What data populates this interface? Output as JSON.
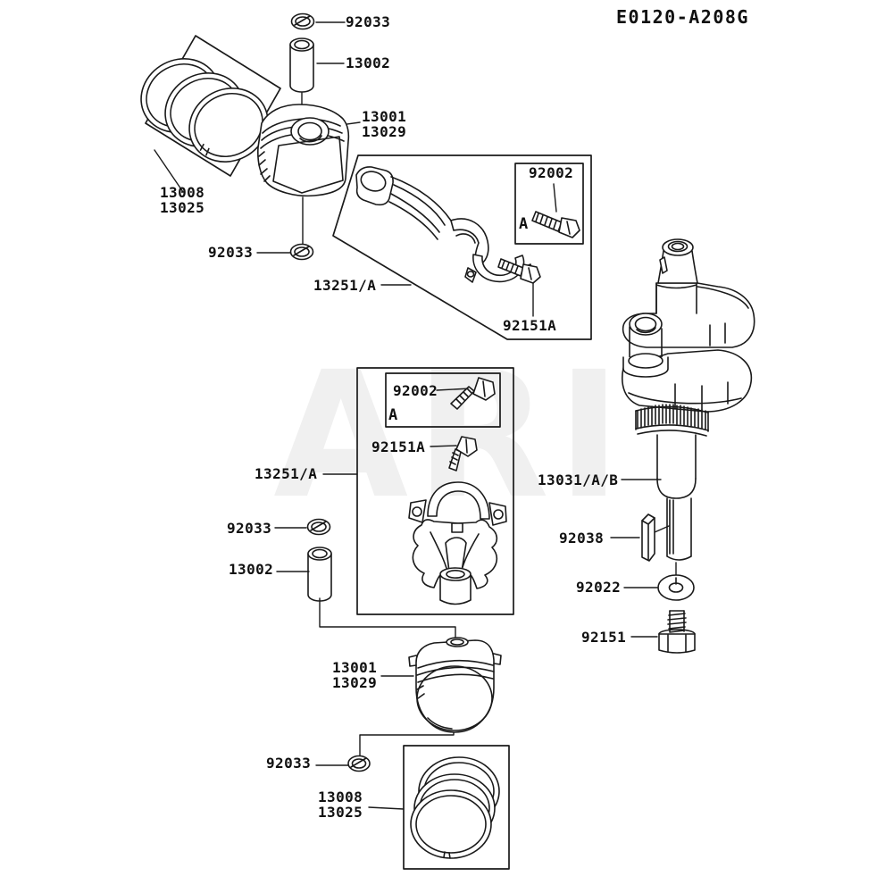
{
  "title": "E0120-A208G",
  "watermark": "ARI",
  "colors": {
    "line": "#1a1a1a",
    "text": "#111111",
    "watermark": "#f0f0f0",
    "background": "#ffffff"
  },
  "part_labels": {
    "circlip_top": "92033",
    "piston_pin_top": "13002",
    "piston_top": "13001\n13029",
    "ring_set_top": "13008\n13025",
    "circlip_mid": "92033",
    "conrod_assembly_1": "13251/A",
    "conrod_bolt_boxed_1": "92002",
    "marker_boxed_1": "A",
    "conrod_bolt_1": "92151A",
    "conrod_bolt_boxed_2": "92002",
    "marker_boxed_2": "A",
    "conrod_bolt_2": "92151A",
    "conrod_assembly_2": "13251/A",
    "circlip_lower": "92033",
    "piston_pin_lower": "13002",
    "crankshaft": "13031/A/B",
    "woodruff_key": "92038",
    "washer": "92022",
    "crank_bolt": "92151",
    "piston_bottom": "13001\n13029",
    "circlip_bottom": "92033",
    "ring_set_bottom": "13008\n13025"
  }
}
